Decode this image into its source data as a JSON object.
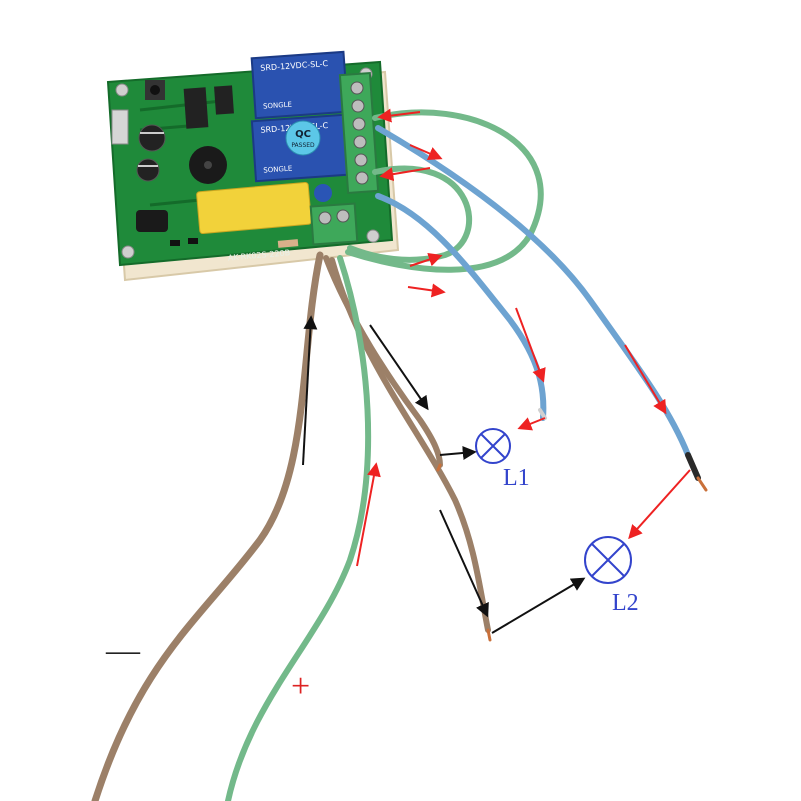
{
  "board": {
    "relay_top": {
      "model": "SRD-12VDC-SL-C",
      "brand": "SONGLE"
    },
    "relay_bottom": {
      "model": "SRD-12VDC-SL-C",
      "brand": "SONGLE"
    },
    "qc_sticker": {
      "line1": "QC",
      "line2": "PASSED"
    },
    "pcb_marking": "AK-RK02S-220B"
  },
  "lamps": [
    {
      "label": "L1"
    },
    {
      "label": "L2"
    }
  ],
  "supply": {
    "negative_symbol": "—",
    "positive_symbol": "+"
  },
  "colors": {
    "pcb": "#1f8a3a",
    "pcb_dark": "#146b2a",
    "base": "#f1e6cf",
    "wire_green": "#73b98a",
    "wire_blue": "#6da3d1",
    "wire_brown": "#9c8068",
    "copper": "#c9703a",
    "arrow_red": "#ee2222",
    "arrow_black": "#111111",
    "lamp": "#3344cc",
    "relay": "#2a52b0",
    "terminal": "#3ea85a",
    "capacitor_yellow": "#f2d23a"
  }
}
